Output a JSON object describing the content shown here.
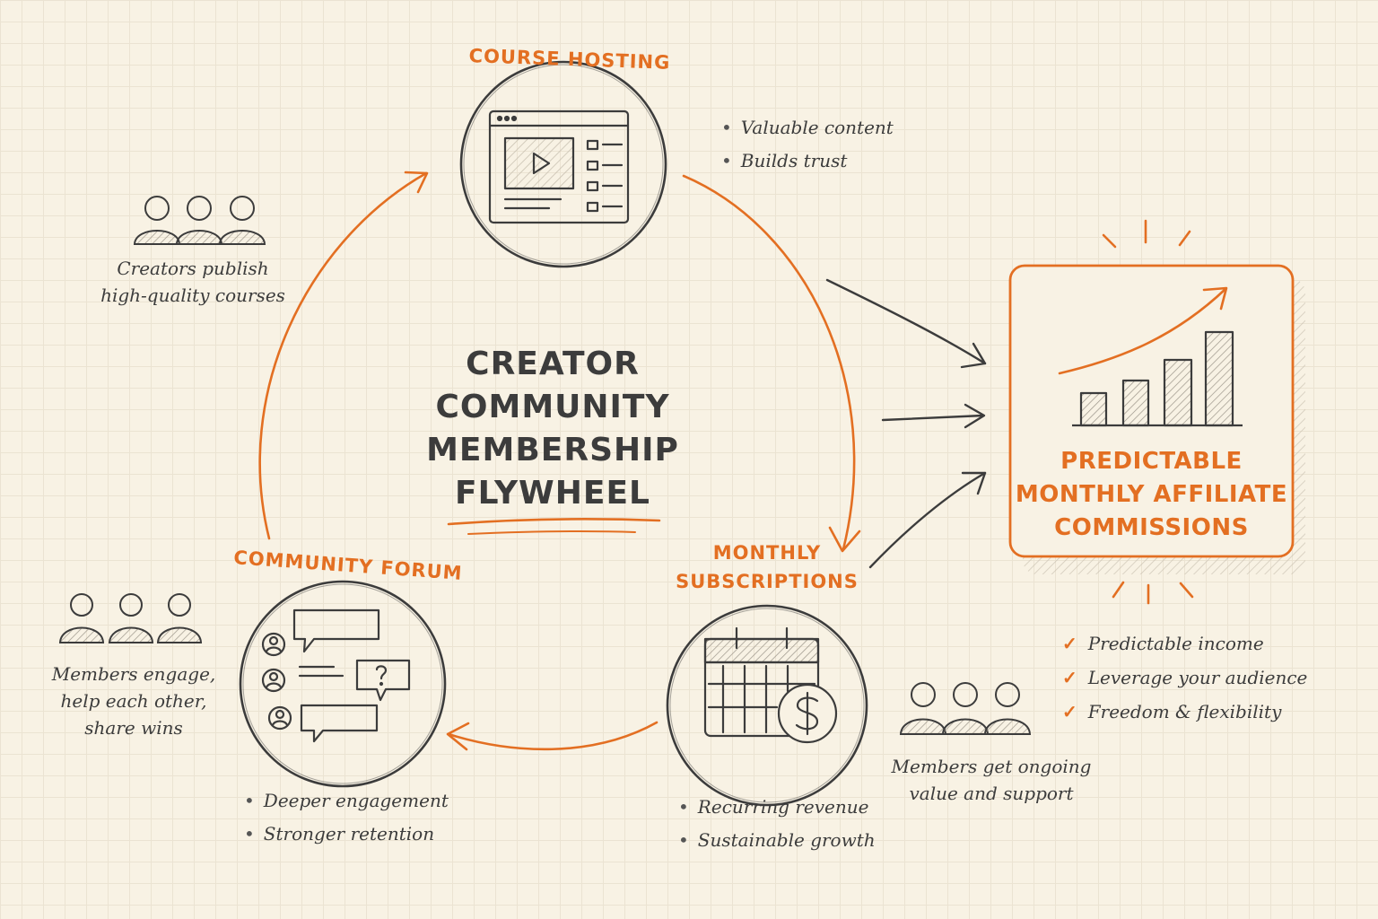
{
  "diagram": {
    "title_lines": [
      "CREATOR",
      "COMMUNITY",
      "MEMBERSHIP",
      "FLYWHEEL"
    ],
    "colors": {
      "accent": "#e36f22",
      "ink": "#3c3c3c",
      "paper": "#f8f2e4",
      "grid": "#ebe3d2"
    },
    "nodes": {
      "course_hosting": {
        "label": "Course Hosting",
        "icon": "video-course-window-icon",
        "bullets": [
          "Valuable content",
          "Builds trust"
        ],
        "note_lines": [
          "Creators publish",
          "high-quality courses"
        ],
        "people_icon": "three-people-icon"
      },
      "monthly_subscriptions": {
        "label_lines": [
          "Monthly",
          "Subscriptions"
        ],
        "icon": "calendar-dollar-icon",
        "bullets": [
          "Recurring revenue",
          "Sustainable growth"
        ],
        "note_lines": [
          "Members get ongoing",
          "value and support"
        ],
        "people_icon": "three-people-icon"
      },
      "community_forum": {
        "label": "Community Forum",
        "icon": "chat-forum-icon",
        "bullets": [
          "Deeper engagement",
          "Stronger retention"
        ],
        "note_lines": [
          "Members engage,",
          "help each other,",
          "share wins"
        ],
        "people_icon": "three-people-icon"
      }
    },
    "outcome": {
      "lines": [
        "Predictable",
        "Monthly Affiliate",
        "Commissions"
      ],
      "icon": "growth-bar-chart-icon",
      "benefits": [
        "Predictable income",
        "Leverage your audience",
        "Freedom & flexibility"
      ]
    }
  }
}
